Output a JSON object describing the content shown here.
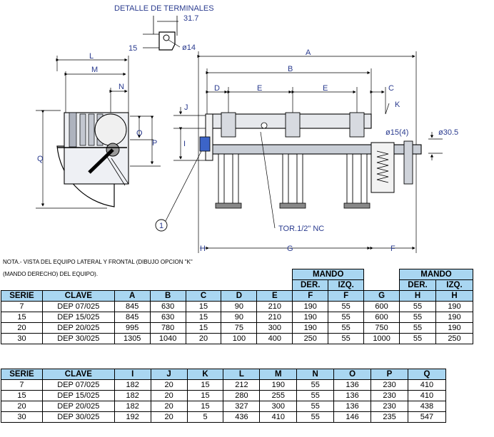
{
  "drawing": {
    "detail_title": "DETALLE DE TERMINALES",
    "detail_dims": {
      "width": "31.7",
      "height": "15",
      "hole": "ø14"
    },
    "dim_labels": {
      "A": "A",
      "B": "B",
      "C": "C",
      "D": "D",
      "E1": "E",
      "E2": "E",
      "F": "F",
      "G": "G",
      "H": "H",
      "I": "I",
      "J": "J",
      "K": "K",
      "L": "L",
      "M": "M",
      "N": "N",
      "O": "O",
      "P": "P",
      "Q": "Q"
    },
    "hole_label": "ø15(4)",
    "rod_label": "ø30.5",
    "ground_label": "TOR.1/2\" NC",
    "callout": "1"
  },
  "notes": {
    "line1": "NOTA.- VISTA DEL EQUIPO LATERAL  Y FRONTAL (DIBUJO OPCION \"K\"",
    "line2": "(MANDO DERECHO) DEL EQUIPO)."
  },
  "table1": {
    "group_mando_label": "MANDO",
    "group_mando2_label": "MANDO",
    "sub_der": "DER.",
    "sub_izq": "IZQ.",
    "headers": [
      "SERIE",
      "CLAVE",
      "A",
      "B",
      "C",
      "D",
      "E",
      "F",
      "F",
      "G",
      "H",
      "H"
    ],
    "rows": [
      [
        "7",
        "DEP 07/025",
        "845",
        "630",
        "15",
        "90",
        "210",
        "190",
        "55",
        "600",
        "55",
        "190"
      ],
      [
        "15",
        "DEP 15/025",
        "845",
        "630",
        "15",
        "90",
        "210",
        "190",
        "55",
        "600",
        "55",
        "190"
      ],
      [
        "20",
        "DEP 20/025",
        "995",
        "780",
        "15",
        "75",
        "300",
        "190",
        "55",
        "750",
        "55",
        "190"
      ],
      [
        "30",
        "DEP 30/025",
        "1305",
        "1040",
        "20",
        "100",
        "400",
        "250",
        "55",
        "1000",
        "55",
        "250"
      ]
    ]
  },
  "table2": {
    "headers": [
      "SERIE",
      "CLAVE",
      "I",
      "J",
      "K",
      "L",
      "M",
      "N",
      "O",
      "P",
      "Q"
    ],
    "rows": [
      [
        "7",
        "DEP 07/025",
        "182",
        "20",
        "15",
        "212",
        "190",
        "55",
        "136",
        "230",
        "410"
      ],
      [
        "15",
        "DEP 15/025",
        "182",
        "20",
        "15",
        "280",
        "255",
        "55",
        "136",
        "230",
        "410"
      ],
      [
        "20",
        "DEP 20/025",
        "182",
        "20",
        "15",
        "327",
        "300",
        "55",
        "136",
        "230",
        "438"
      ],
      [
        "30",
        "DEP 30/025",
        "192",
        "20",
        "5",
        "436",
        "410",
        "55",
        "146",
        "235",
        "547"
      ]
    ]
  }
}
